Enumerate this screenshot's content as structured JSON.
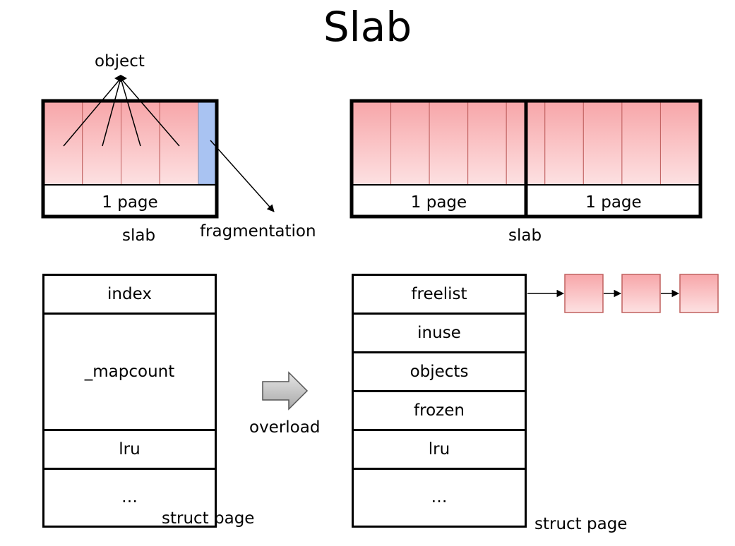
{
  "title": "Slab",
  "top_left": {
    "object_label": "object",
    "page_label": "1 page",
    "slab_label": "slab",
    "fragmentation_label": "fragmentation",
    "object_count": 4
  },
  "top_right": {
    "pages": [
      {
        "label": "1 page"
      },
      {
        "label": "1 page"
      }
    ],
    "slab_label": "slab",
    "object_count": 9
  },
  "left_struct": {
    "fields": [
      {
        "label": "index"
      },
      {
        "label": "_mapcount"
      },
      {
        "label": "lru"
      },
      {
        "label": "…"
      }
    ],
    "caption": "struct page"
  },
  "arrow_label": "overload",
  "right_struct": {
    "fields": [
      {
        "label": "freelist"
      },
      {
        "label": "inuse"
      },
      {
        "label": "objects"
      },
      {
        "label": "frozen"
      },
      {
        "label": "lru"
      },
      {
        "label": "…"
      }
    ],
    "caption": "struct page",
    "freelist_nodes": 3
  },
  "colors": {
    "object_fill_top": "#f7a6a9",
    "object_fill_bottom": "#fde1e2",
    "fragment_fill": "#a9c3f2",
    "border": "#000000",
    "arrow_fill": "#c8c8c8"
  }
}
